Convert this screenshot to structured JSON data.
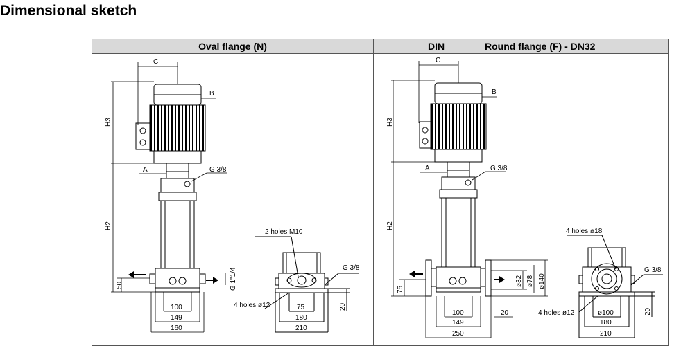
{
  "title": "Dimensional sketch",
  "panels": {
    "left": {
      "header": "Oval flange (N)",
      "labels": {
        "c": "C",
        "b": "B",
        "a": "A",
        "h3": "H3",
        "h2": "H2",
        "g38_top": "G 3/8",
        "g38_side": "G 3/8",
        "holes_m10": "2 holes M10",
        "holes_12": "4 holes ø12",
        "g114": "G 1\"1/4",
        "d50": "50",
        "d100": "100",
        "d149": "149",
        "d160": "160",
        "d75": "75",
        "d180": "180",
        "d210": "210",
        "d20": "20"
      }
    },
    "right": {
      "header_din": "DIN",
      "header_round": "Round flange (F) - DN32",
      "labels": {
        "c": "C",
        "b": "B",
        "a": "A",
        "h3": "H3",
        "h2": "H2",
        "g38_top": "G 3/8",
        "g38_side": "G 3/8",
        "holes_18": "4 holes ø18",
        "holes_12": "4 holes ø12",
        "d32": "ø32",
        "d78": "ø78",
        "d140": "ø140",
        "d75": "75",
        "d100": "100",
        "d149": "149",
        "d250": "250",
        "d20a": "20",
        "dphi100": "ø100",
        "d180": "180",
        "d210": "210",
        "d20b": "20"
      }
    }
  }
}
